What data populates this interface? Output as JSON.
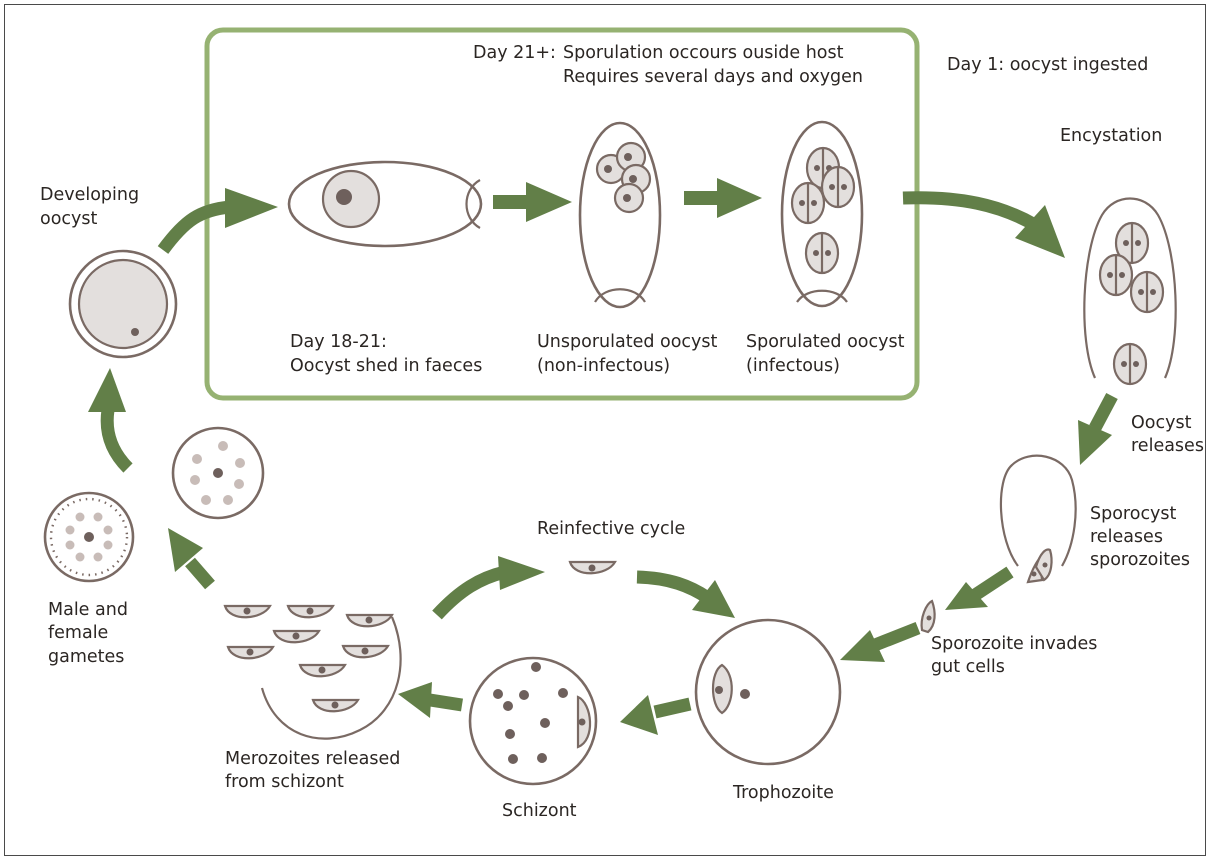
{
  "colors": {
    "arrow": "#627f48",
    "box_border": "#96b272",
    "cell_outline": "#7a6a64",
    "cell_fill": "#e3dfdd",
    "nucleus": "#6e605c"
  },
  "labels": {
    "sporulation_day": "Day 21+:",
    "sporulation_line1": "Sporulation occours ouside host",
    "sporulation_line2": "Requires several days and oxygen",
    "day1": "Day 1: oocyst ingested",
    "encystation": "Encystation",
    "developing_line1": "Developing",
    "developing_line2": "oocyst",
    "shed_line1": "Day 18-21:",
    "shed_line2": "Oocyst shed in faeces",
    "unsporulated_line1": "Unsporulated oocyst",
    "unsporulated_line2": "(non-infectous)",
    "sporulated_line1": "Sporulated oocyst",
    "sporulated_line2": "(infectous)",
    "oocyst_releases_line1": "Oocyst",
    "oocyst_releases_line2": "releases",
    "sporocyst_line1": "Sporocyst",
    "sporocyst_line2": "releases",
    "sporocyst_line3": "sporozoites",
    "sporozoite_line1": "Sporozoite invades",
    "sporozoite_line2": "gut cells",
    "reinfective": "Reinfective cycle",
    "gametes_line1": "Male and",
    "gametes_line2": "female",
    "gametes_line3": "gametes",
    "merozoites_line1": "Merozoites released",
    "merozoites_line2": "from schizont",
    "schizont": "Schizont",
    "trophozoite": "Trophozoite"
  }
}
